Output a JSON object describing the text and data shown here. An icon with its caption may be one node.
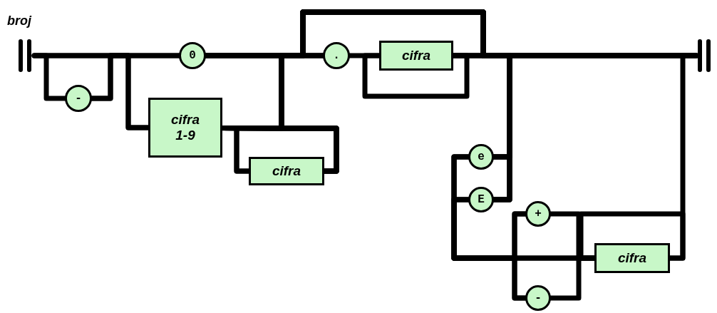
{
  "diagram": {
    "title": "broj",
    "nodes": [
      {
        "text": [],
        "shape": "bar"
      },
      {
        "text": [
          "-"
        ]
      },
      {
        "text": [
          "0"
        ]
      },
      {
        "text": [
          "cifra 1-9"
        ]
      },
      {
        "text": [
          "cifra"
        ]
      },
      {
        "text": [
          "."
        ]
      },
      {
        "text": [
          "cifra"
        ]
      },
      {
        "text": [
          "e"
        ]
      },
      {
        "text": [
          "E"
        ]
      },
      {
        "text": [
          "+"
        ]
      },
      {
        "text": [
          "-"
        ]
      },
      {
        "text": [
          "cifra"
        ]
      },
      {
        "text": [],
        "shape": "bar"
      }
    ],
    "edges": [
      {
        "from": 0,
        "to": 1,
        "arrow": "none"
      },
      {
        "from": 0,
        "to": 2,
        "arrow": "none"
      },
      {
        "from": 0,
        "to": 3,
        "arrow": "none"
      },
      {
        "from": 1,
        "to": 2,
        "arrow": "none"
      },
      {
        "from": 1,
        "to": 3,
        "arrow": "none"
      },
      {
        "from": 3,
        "to": 4,
        "arrow": "none"
      },
      {
        "from": 4,
        "to": 4,
        "arrow": "none"
      },
      {
        "from": 2,
        "to": 5,
        "arrow": "none"
      },
      {
        "from": 3,
        "to": 5,
        "arrow": "none"
      },
      {
        "from": 4,
        "to": 5,
        "arrow": "none"
      },
      {
        "from": 5,
        "to": 6,
        "arrow": "none"
      },
      {
        "from": 6,
        "to": 6,
        "arrow": "none"
      },
      {
        "from": 2,
        "to": 7,
        "arrow": "none"
      },
      {
        "from": 2,
        "to": 8,
        "arrow": "none"
      },
      {
        "from": 2,
        "to": 12,
        "arrow": "none"
      },
      {
        "from": 3,
        "to": 7,
        "arrow": "none"
      },
      {
        "from": 3,
        "to": 8,
        "arrow": "none"
      },
      {
        "from": 3,
        "to": 12,
        "arrow": "none"
      },
      {
        "from": 4,
        "to": 7,
        "arrow": "none"
      },
      {
        "from": 4,
        "to": 8,
        "arrow": "none"
      },
      {
        "from": 4,
        "to": 12,
        "arrow": "none"
      },
      {
        "from": 6,
        "to": 7,
        "arrow": "none"
      },
      {
        "from": 6,
        "to": 8,
        "arrow": "none"
      },
      {
        "from": 6,
        "to": 12,
        "arrow": "none"
      },
      {
        "from": 7,
        "to": 9,
        "arrow": "none"
      },
      {
        "from": 7,
        "to": 10,
        "arrow": "none"
      },
      {
        "from": 7,
        "to": 11,
        "arrow": "none"
      },
      {
        "from": 8,
        "to": 9,
        "arrow": "none"
      },
      {
        "from": 8,
        "to": 10,
        "arrow": "none"
      },
      {
        "from": 8,
        "to": 11,
        "arrow": "none"
      },
      {
        "from": 9,
        "to": 11,
        "arrow": "none"
      },
      {
        "from": 10,
        "to": 11,
        "arrow": "none"
      },
      {
        "from": 11,
        "to": 11,
        "arrow": "none"
      },
      {
        "from": 11,
        "to": 12,
        "arrow": "none"
      }
    ]
  }
}
